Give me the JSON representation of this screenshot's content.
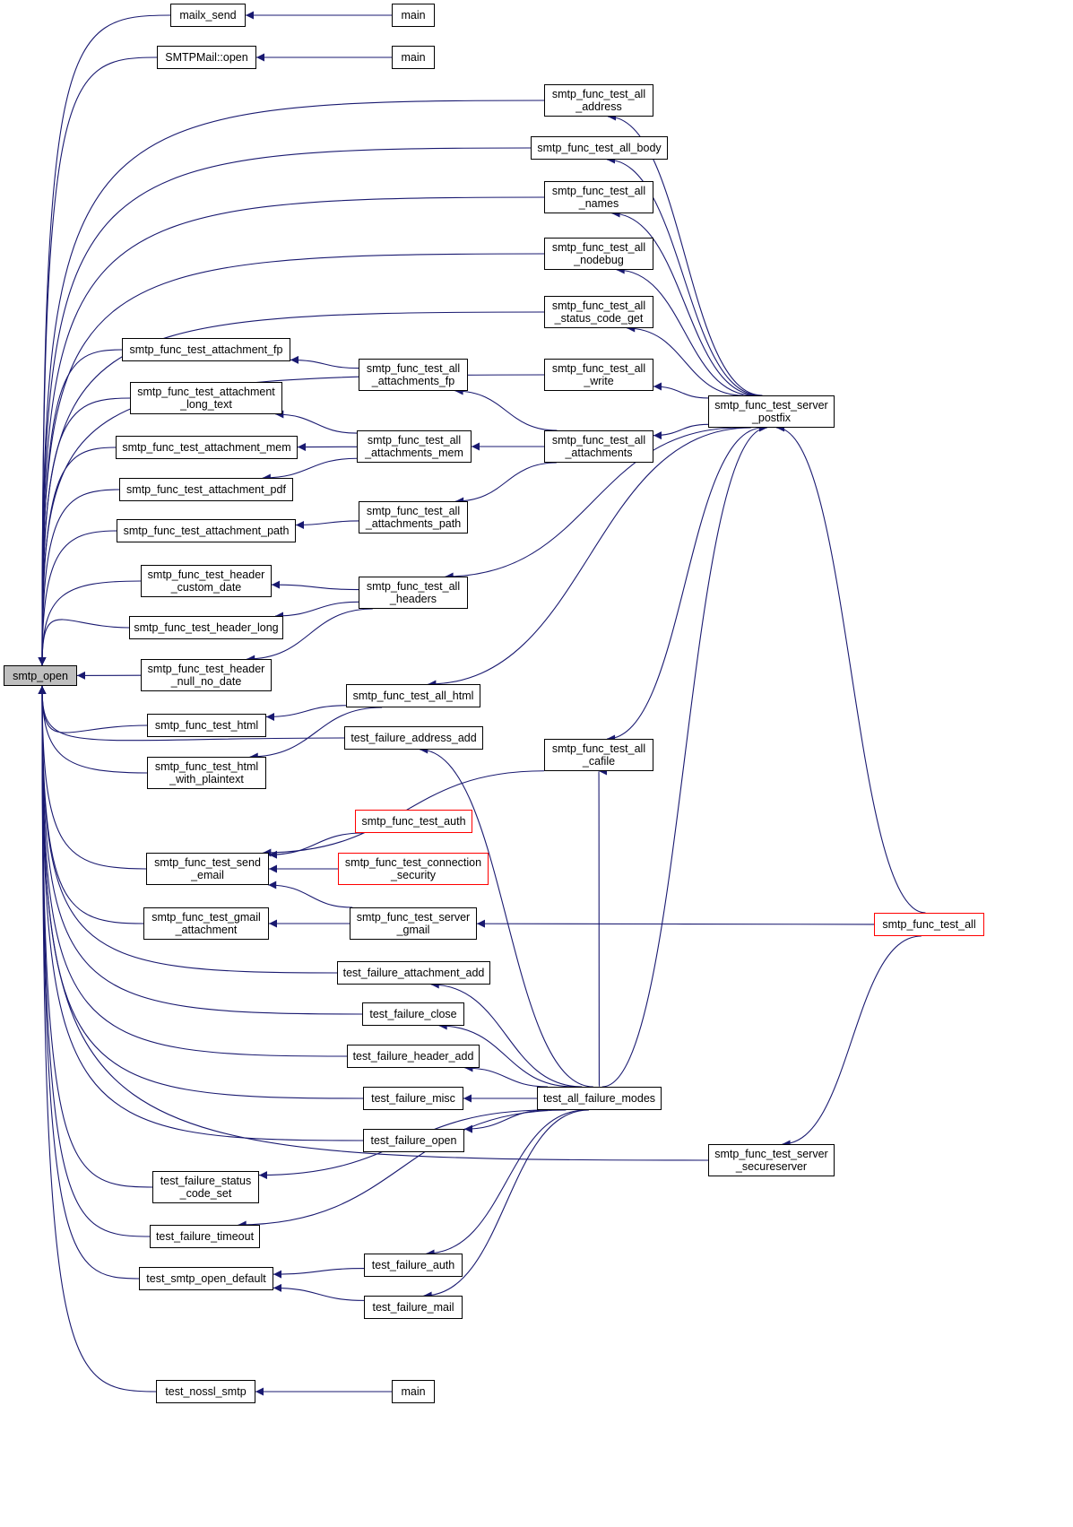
{
  "colors": {
    "edge": "#191970",
    "box_border": "#000000",
    "truncated_border": "#ff0000",
    "root_fill": "#bfbfbf"
  },
  "nodes": [
    {
      "id": "smtp_open",
      "label": "smtp_open",
      "style": "root"
    },
    {
      "id": "mailx_send",
      "label": "mailx_send"
    },
    {
      "id": "main1",
      "label": "main"
    },
    {
      "id": "smtpmail_open",
      "label": "SMTPMail::open"
    },
    {
      "id": "main2",
      "label": "main"
    },
    {
      "id": "t_all_address",
      "label": "smtp_func_test_all\n_address"
    },
    {
      "id": "t_all_body",
      "label": "smtp_func_test_all_body"
    },
    {
      "id": "t_all_names",
      "label": "smtp_func_test_all\n_names"
    },
    {
      "id": "t_all_nodebug",
      "label": "smtp_func_test_all\n_nodebug"
    },
    {
      "id": "t_all_status",
      "label": "smtp_func_test_all\n_status_code_get"
    },
    {
      "id": "t_attach_fp",
      "label": "smtp_func_test_attachment_fp"
    },
    {
      "id": "t_all_attach_fp",
      "label": "smtp_func_test_all\n_attachments_fp"
    },
    {
      "id": "t_all_write",
      "label": "smtp_func_test_all\n_write"
    },
    {
      "id": "t_server_postfix",
      "label": "smtp_func_test_server\n_postfix"
    },
    {
      "id": "t_attach_long",
      "label": "smtp_func_test_attachment\n_long_text"
    },
    {
      "id": "t_attach_mem",
      "label": "smtp_func_test_attachment_mem"
    },
    {
      "id": "t_all_attach_mem",
      "label": "smtp_func_test_all\n_attachments_mem"
    },
    {
      "id": "t_all_attach",
      "label": "smtp_func_test_all\n_attachments"
    },
    {
      "id": "t_attach_pdf",
      "label": "smtp_func_test_attachment_pdf"
    },
    {
      "id": "t_attach_path",
      "label": "smtp_func_test_attachment_path"
    },
    {
      "id": "t_all_attach_path",
      "label": "smtp_func_test_all\n_attachments_path"
    },
    {
      "id": "t_hdr_custom",
      "label": "smtp_func_test_header\n_custom_date"
    },
    {
      "id": "t_all_headers",
      "label": "smtp_func_test_all\n_headers"
    },
    {
      "id": "t_hdr_long",
      "label": "smtp_func_test_header_long"
    },
    {
      "id": "t_hdr_null",
      "label": "smtp_func_test_header\n_null_no_date"
    },
    {
      "id": "t_all_html",
      "label": "smtp_func_test_all_html"
    },
    {
      "id": "t_html",
      "label": "smtp_func_test_html"
    },
    {
      "id": "tf_address_add",
      "label": "test_failure_address_add"
    },
    {
      "id": "t_all_cafile",
      "label": "smtp_func_test_all\n_cafile"
    },
    {
      "id": "t_html_plain",
      "label": "smtp_func_test_html\n_with_plaintext"
    },
    {
      "id": "t_auth",
      "label": "smtp_func_test_auth",
      "style": "red"
    },
    {
      "id": "t_send_email",
      "label": "smtp_func_test_send\n_email"
    },
    {
      "id": "t_conn_sec",
      "label": "smtp_func_test_connection\n_security",
      "style": "red"
    },
    {
      "id": "t_gmail_attach",
      "label": "smtp_func_test_gmail\n_attachment"
    },
    {
      "id": "t_server_gmail",
      "label": "smtp_func_test_server\n_gmail"
    },
    {
      "id": "t_all",
      "label": "smtp_func_test_all",
      "style": "red"
    },
    {
      "id": "tf_attach_add",
      "label": "test_failure_attachment_add"
    },
    {
      "id": "tf_close",
      "label": "test_failure_close"
    },
    {
      "id": "tf_header_add",
      "label": "test_failure_header_add"
    },
    {
      "id": "tf_misc",
      "label": "test_failure_misc"
    },
    {
      "id": "t_all_failure",
      "label": "test_all_failure_modes"
    },
    {
      "id": "tf_open",
      "label": "test_failure_open"
    },
    {
      "id": "t_server_secure",
      "label": "smtp_func_test_server\n_secureserver"
    },
    {
      "id": "tf_status_set",
      "label": "test_failure_status\n_code_set"
    },
    {
      "id": "tf_timeout",
      "label": "test_failure_timeout"
    },
    {
      "id": "t_open_default",
      "label": "test_smtp_open_default"
    },
    {
      "id": "tf_auth",
      "label": "test_failure_auth"
    },
    {
      "id": "tf_mail",
      "label": "test_failure_mail"
    },
    {
      "id": "t_nossl",
      "label": "test_nossl_smtp"
    },
    {
      "id": "main3",
      "label": "main"
    }
  ],
  "edges": [
    [
      "mailx_send",
      "smtp_open"
    ],
    [
      "smtpmail_open",
      "smtp_open"
    ],
    [
      "t_all_address",
      "smtp_open"
    ],
    [
      "t_all_body",
      "smtp_open"
    ],
    [
      "t_all_names",
      "smtp_open"
    ],
    [
      "t_all_nodebug",
      "smtp_open"
    ],
    [
      "t_all_status",
      "smtp_open"
    ],
    [
      "t_all_write",
      "smtp_open"
    ],
    [
      "t_attach_fp",
      "smtp_open"
    ],
    [
      "t_attach_long",
      "smtp_open"
    ],
    [
      "t_attach_mem",
      "smtp_open"
    ],
    [
      "t_attach_pdf",
      "smtp_open"
    ],
    [
      "t_attach_path",
      "smtp_open"
    ],
    [
      "t_hdr_custom",
      "smtp_open"
    ],
    [
      "t_hdr_long",
      "smtp_open"
    ],
    [
      "t_hdr_null",
      "smtp_open"
    ],
    [
      "t_html",
      "smtp_open"
    ],
    [
      "t_html_plain",
      "smtp_open"
    ],
    [
      "tf_address_add",
      "smtp_open"
    ],
    [
      "t_send_email",
      "smtp_open"
    ],
    [
      "t_gmail_attach",
      "smtp_open"
    ],
    [
      "tf_attach_add",
      "smtp_open"
    ],
    [
      "tf_close",
      "smtp_open"
    ],
    [
      "tf_header_add",
      "smtp_open"
    ],
    [
      "tf_misc",
      "smtp_open"
    ],
    [
      "tf_open",
      "smtp_open"
    ],
    [
      "tf_status_set",
      "smtp_open"
    ],
    [
      "tf_timeout",
      "smtp_open"
    ],
    [
      "t_open_default",
      "smtp_open"
    ],
    [
      "t_server_secure",
      "smtp_open"
    ],
    [
      "t_nossl",
      "smtp_open"
    ],
    [
      "main1",
      "mailx_send"
    ],
    [
      "main2",
      "smtpmail_open"
    ],
    [
      "main3",
      "t_nossl"
    ],
    [
      "t_server_postfix",
      "t_all_address"
    ],
    [
      "t_server_postfix",
      "t_all_body"
    ],
    [
      "t_server_postfix",
      "t_all_names"
    ],
    [
      "t_server_postfix",
      "t_all_nodebug"
    ],
    [
      "t_server_postfix",
      "t_all_status"
    ],
    [
      "t_server_postfix",
      "t_all_write"
    ],
    [
      "t_server_postfix",
      "t_all_attach"
    ],
    [
      "t_server_postfix",
      "t_all_headers"
    ],
    [
      "t_server_postfix",
      "t_all_html"
    ],
    [
      "t_server_postfix",
      "t_all_cafile"
    ],
    [
      "t_all",
      "t_server_postfix"
    ],
    [
      "t_all_attach_fp",
      "t_attach_fp"
    ],
    [
      "t_all_attach_mem",
      "t_attach_long"
    ],
    [
      "t_all_attach_mem",
      "t_attach_mem"
    ],
    [
      "t_all_attach_mem",
      "t_attach_pdf"
    ],
    [
      "t_all_attach_path",
      "t_attach_path"
    ],
    [
      "t_all_attach",
      "t_all_attach_fp"
    ],
    [
      "t_all_attach",
      "t_all_attach_mem"
    ],
    [
      "t_all_attach",
      "t_all_attach_path"
    ],
    [
      "t_all_headers",
      "t_hdr_custom"
    ],
    [
      "t_all_headers",
      "t_hdr_long"
    ],
    [
      "t_all_headers",
      "t_hdr_null"
    ],
    [
      "t_all_html",
      "t_html"
    ],
    [
      "t_all_html",
      "t_html_plain"
    ],
    [
      "t_all_cafile",
      "t_send_email"
    ],
    [
      "t_auth",
      "t_send_email"
    ],
    [
      "t_conn_sec",
      "t_send_email"
    ],
    [
      "t_server_gmail",
      "t_send_email"
    ],
    [
      "t_server_gmail",
      "t_gmail_attach"
    ],
    [
      "t_all",
      "t_server_gmail"
    ],
    [
      "t_all",
      "t_server_secure"
    ],
    [
      "t_all_failure",
      "tf_address_add"
    ],
    [
      "t_all_failure",
      "tf_attach_add"
    ],
    [
      "t_all_failure",
      "tf_close"
    ],
    [
      "t_all_failure",
      "tf_header_add"
    ],
    [
      "t_all_failure",
      "tf_misc"
    ],
    [
      "t_all_failure",
      "tf_open"
    ],
    [
      "t_all_failure",
      "tf_status_set"
    ],
    [
      "t_all_failure",
      "tf_timeout"
    ],
    [
      "t_all_failure",
      "tf_auth"
    ],
    [
      "t_all_failure",
      "tf_mail"
    ],
    [
      "t_all_failure",
      "t_all_cafile"
    ],
    [
      "t_all_failure",
      "t_server_postfix"
    ],
    [
      "tf_auth",
      "t_open_default"
    ],
    [
      "tf_mail",
      "t_open_default"
    ]
  ]
}
